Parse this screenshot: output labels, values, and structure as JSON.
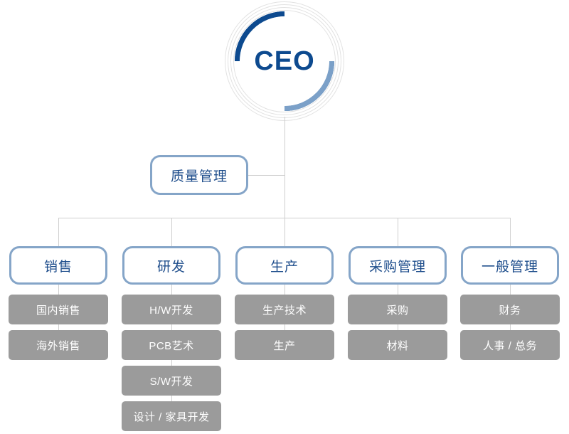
{
  "chart": {
    "type": "org-chart",
    "title": "",
    "root": {
      "label": "CEO",
      "shape": "circle",
      "text_color": "#0d4a8f",
      "ring_dark_color": "#0d4a8f",
      "ring_light_color": "#7ba0c8"
    },
    "staff": {
      "label": "质量管理",
      "shape": "rounded-rect",
      "border_color": "#85a5c8",
      "text_color": "#1f4e8c"
    },
    "departments": [
      {
        "label": "销售",
        "children": [
          "国内销售",
          "海外销售"
        ]
      },
      {
        "label": "研发",
        "children": [
          "H/W开发",
          "PCB艺术",
          "S/W开发",
          "设计 / 家具开发"
        ]
      },
      {
        "label": "生产",
        "children": [
          "生产技术",
          "生产"
        ]
      },
      {
        "label": "采购管理",
        "children": [
          "采购",
          "材料"
        ]
      },
      {
        "label": "一般管理",
        "children": [
          "财务",
          "人事 / 总务"
        ]
      }
    ],
    "colors": {
      "department_border": "#85a5c8",
      "department_text": "#1f4e8c",
      "sub_background": "#9b9b9b",
      "sub_text": "#ffffff",
      "connector": "#cfcfcf",
      "background": "#ffffff"
    }
  }
}
